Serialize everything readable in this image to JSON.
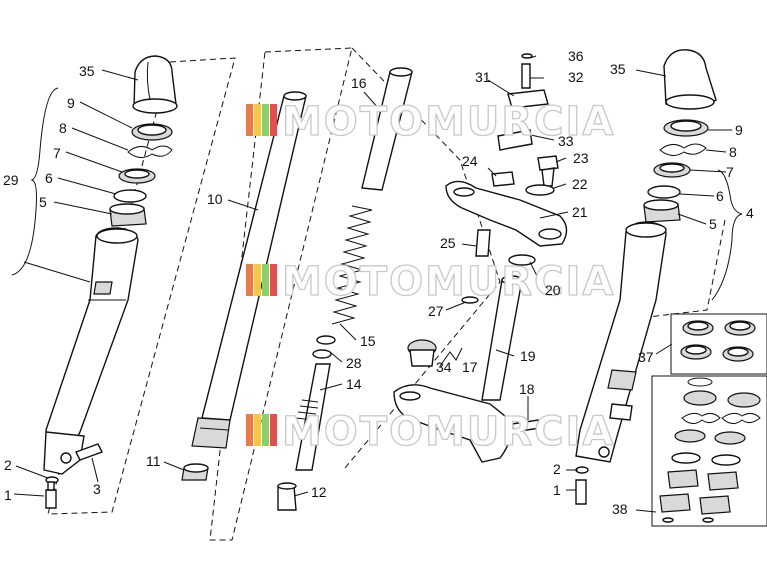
{
  "watermark": {
    "text": "MOTOMURCIA",
    "colors": [
      "#e57b4f",
      "#f0c64c",
      "#8ccf72",
      "#e05050"
    ]
  },
  "labels": {
    "l1a": "1",
    "l2a": "2",
    "l3": "3",
    "l4": "4",
    "l5a": "5",
    "l6a": "6",
    "l7a": "7",
    "l8a": "8",
    "l9a": "9",
    "l10": "10",
    "l11": "11",
    "l12": "12",
    "l14": "14",
    "l15": "15",
    "l16": "16",
    "l17": "17",
    "l18": "18",
    "l19": "19",
    "l20": "20",
    "l21": "21",
    "l22": "22",
    "l23": "23",
    "l24": "24",
    "l25": "25",
    "l27": "27",
    "l28": "28",
    "l29": "29",
    "l31": "31",
    "l32": "32",
    "l33": "33",
    "l34": "34",
    "l35a": "35",
    "l36": "36",
    "l37": "37",
    "l38": "38",
    "l1b": "1",
    "l2b": "2",
    "l5b": "5",
    "l6b": "6",
    "l7b": "7",
    "l8b": "8",
    "l9b": "9",
    "l35b": "35"
  }
}
